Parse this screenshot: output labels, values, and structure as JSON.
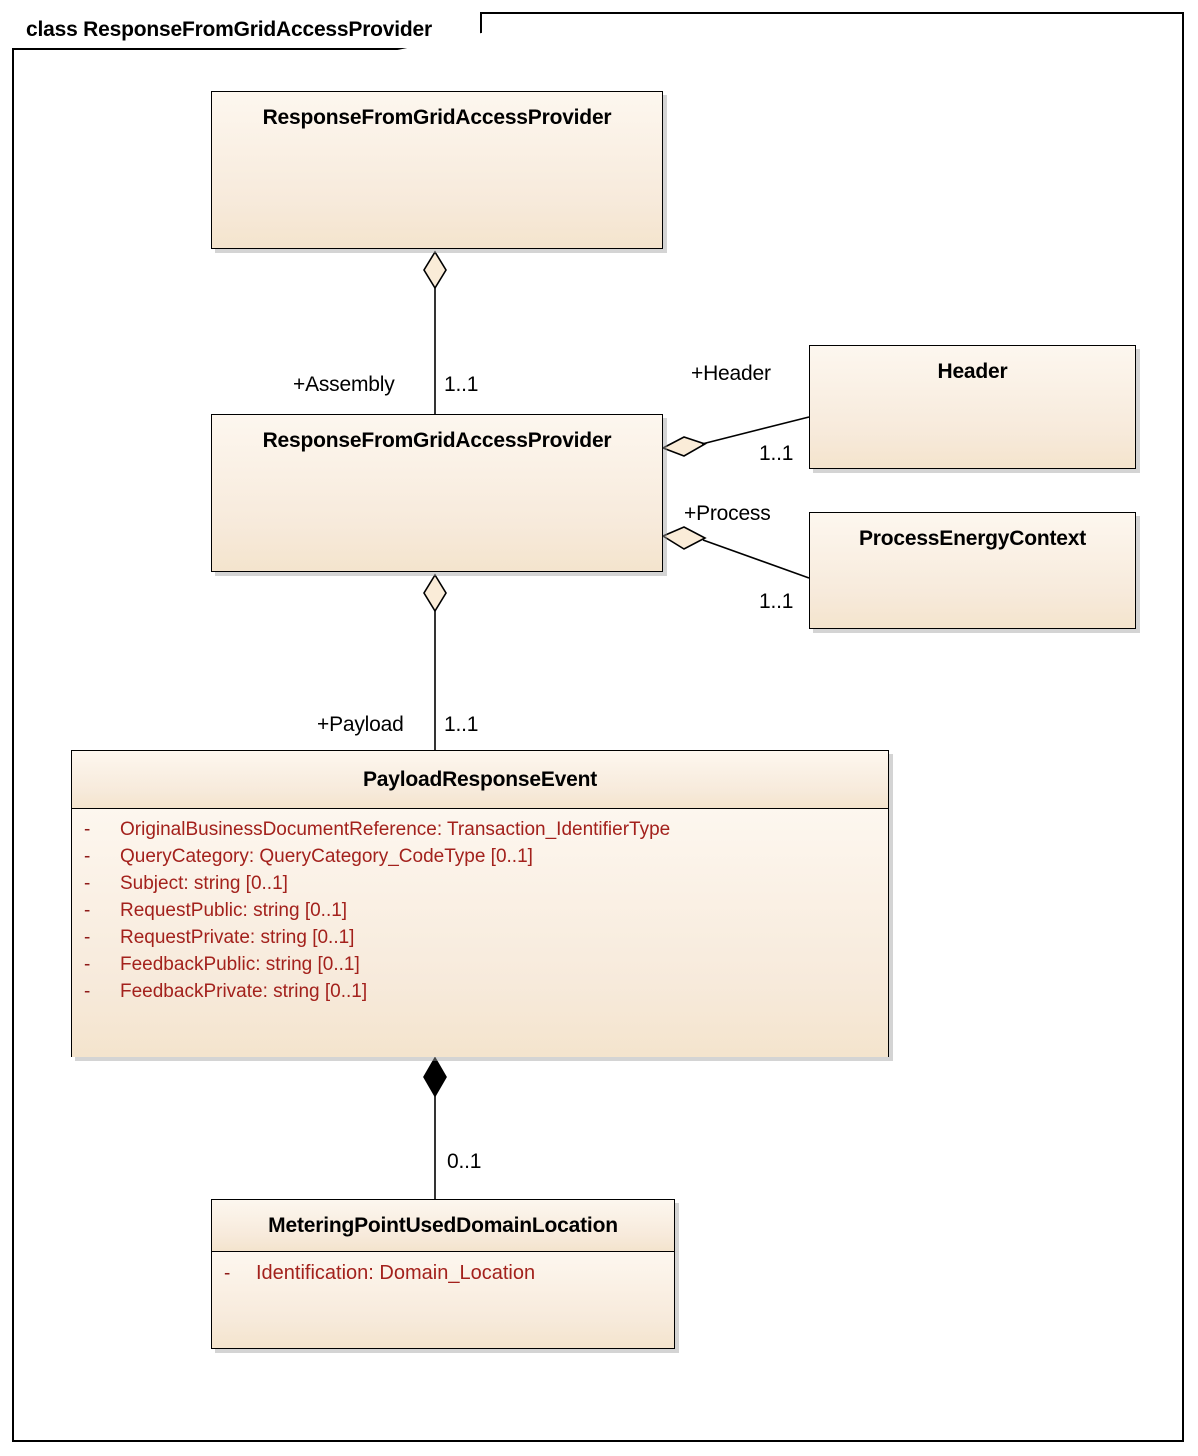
{
  "diagram": {
    "frame_label": "class ResponseFromGridAccessProvider",
    "kind": "uml-class-diagram"
  },
  "colors": {
    "box_fill_top": "#fdf7ef",
    "box_fill_bottom": "#f2e1c8",
    "border": "#000000",
    "attribute_text": "#a3211c",
    "label_text": "#000000",
    "shadow": "#d9d9d9",
    "composition_diamond": "#000000",
    "aggregation_diamond": "#faecd8"
  },
  "classes": [
    {
      "id": "top-response",
      "name": "ResponseFromGridAccessProvider",
      "attributes": []
    },
    {
      "id": "mid-response",
      "name": "ResponseFromGridAccessProvider",
      "attributes": []
    },
    {
      "id": "header",
      "name": "Header",
      "attributes": []
    },
    {
      "id": "process-energy-context",
      "name": "ProcessEnergyContext",
      "attributes": []
    },
    {
      "id": "payload-response-event",
      "name": "PayloadResponseEvent",
      "attributes": [
        {
          "visibility": "-",
          "text": "OriginalBusinessDocumentReference: Transaction_IdentifierType"
        },
        {
          "visibility": "-",
          "text": "QueryCategory: QueryCategory_CodeType [0..1]"
        },
        {
          "visibility": "-",
          "text": "Subject: string [0..1]"
        },
        {
          "visibility": "-",
          "text": "RequestPublic: string [0..1]"
        },
        {
          "visibility": "-",
          "text": "RequestPrivate: string [0..1]"
        },
        {
          "visibility": "-",
          "text": "FeedbackPublic: string [0..1]"
        },
        {
          "visibility": "-",
          "text": "FeedbackPrivate: string [0..1]"
        }
      ]
    },
    {
      "id": "metering-point",
      "name": "MeteringPointUsedDomainLocation",
      "attributes": [
        {
          "visibility": "-",
          "text": "Identification: Domain_Location"
        }
      ]
    }
  ],
  "associations": [
    {
      "id": "assembly",
      "type": "aggregation",
      "role": "+Assembly",
      "multiplicity": "1..1",
      "from": "top-response",
      "to": "mid-response"
    },
    {
      "id": "header-assoc",
      "type": "aggregation",
      "role": "+Header",
      "multiplicity": "1..1",
      "from": "mid-response",
      "to": "header"
    },
    {
      "id": "process-assoc",
      "type": "aggregation",
      "role": "+Process",
      "multiplicity": "1..1",
      "from": "mid-response",
      "to": "process-energy-context"
    },
    {
      "id": "payload-assoc",
      "type": "aggregation",
      "role": "+Payload",
      "multiplicity": "1..1",
      "from": "mid-response",
      "to": "payload-response-event"
    },
    {
      "id": "metering-assoc",
      "type": "composition",
      "role": "",
      "multiplicity": "0..1",
      "from": "payload-response-event",
      "to": "metering-point"
    }
  ]
}
